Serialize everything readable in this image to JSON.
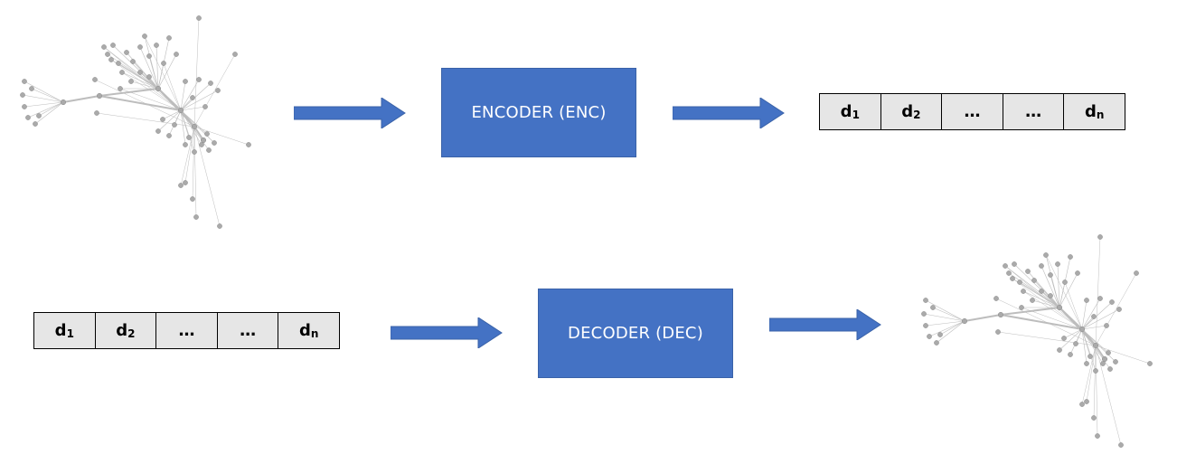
{
  "encoder": {
    "label": "ENCODER (ENC)"
  },
  "decoder": {
    "label": "DECODER (DEC)"
  },
  "vector_top": {
    "cells": [
      {
        "base": "d",
        "sub": "1"
      },
      {
        "base": "d",
        "sub": "2"
      },
      {
        "base": "…",
        "sub": ""
      },
      {
        "base": "…",
        "sub": ""
      },
      {
        "base": "d",
        "sub": "n"
      }
    ]
  },
  "vector_bottom": {
    "cells": [
      {
        "base": "d",
        "sub": "1"
      },
      {
        "base": "d",
        "sub": "2"
      },
      {
        "base": "…",
        "sub": ""
      },
      {
        "base": "…",
        "sub": ""
      },
      {
        "base": "d",
        "sub": "n"
      }
    ]
  },
  "colors": {
    "box": "#4472c4",
    "arrow": "#4472c4",
    "graph_node": "#aaaaaa",
    "graph_edge": "#bdbdbd",
    "cell_fill": "#e6e6e6"
  }
}
